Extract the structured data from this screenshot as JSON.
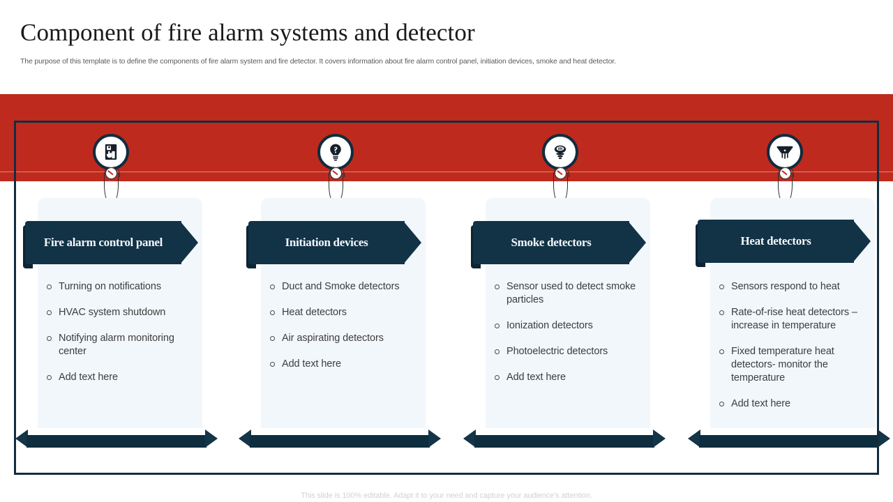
{
  "slide": {
    "title": "Component of fire alarm systems and detector",
    "subtitle": "The purpose of this template is  to define the components of fire alarm system  and fire detector. It covers information about fire alarm control panel, initiation devices, smoke and heat detector.",
    "footer_note": "This slide is 100% editable. Adapt it to your need and capture your audience's attention."
  },
  "colors": {
    "band_red": "#bf2a1e",
    "navy": "#123246",
    "navy_dark": "#0d2433",
    "card_bg": "#f2f7fc",
    "title_text": "#1a1a1a",
    "body_text": "#3d3d3d",
    "footer_text": "#d2d2d2"
  },
  "columns": [
    {
      "icon": "pull-station-icon",
      "heading": "Fire alarm control panel",
      "bullets": [
        "Turning  on notifications",
        "HVAC system shutdown",
        "Notifying  alarm monitoring  center",
        "Add text here"
      ]
    },
    {
      "icon": "lightbulb-question-icon",
      "heading": "Initiation devices",
      "bullets": [
        "Duct and Smoke detectors",
        "Heat detectors",
        "Air aspirating detectors",
        "Add text here"
      ]
    },
    {
      "icon": "smoke-detector-icon",
      "heading": "Smoke detectors",
      "bullets": [
        "Sensor used to detect smoke particles",
        "Ionization  detectors",
        "Photoelectric  detectors",
        "Add text here"
      ]
    },
    {
      "icon": "heat-detector-icon",
      "heading": "Heat detectors",
      "bullets": [
        "Sensors respond to heat",
        "Rate-of-rise heat detectors – increase in temperature",
        "Fixed temperature  heat detectors- monitor the temperature",
        "Add text here"
      ]
    }
  ]
}
